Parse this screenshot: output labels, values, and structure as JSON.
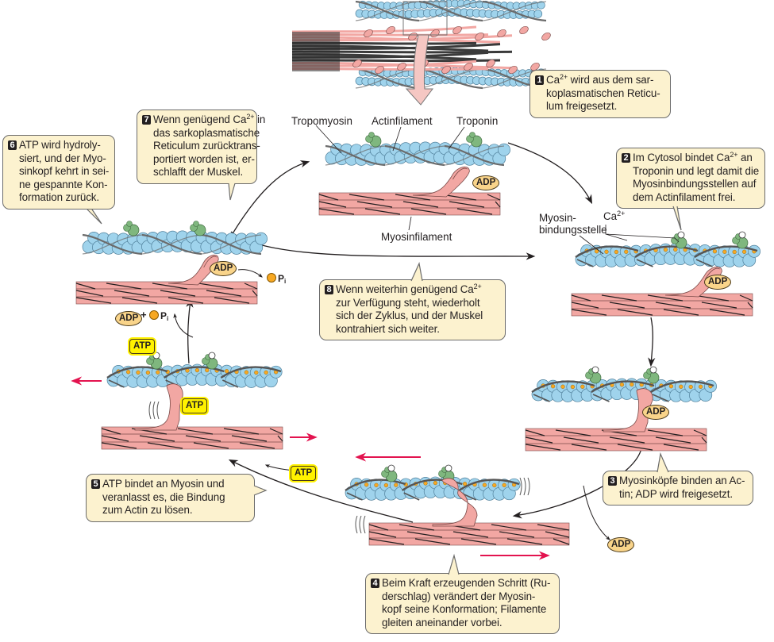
{
  "diagram": {
    "title_hidden": "Querbrückenzyklus der Muskelkontraktion",
    "labels": {
      "tropomyosin": "Tropomyosin",
      "actinfilament": "Actinfilament",
      "troponin": "Troponin",
      "myosinfilament": "Myosinfilament",
      "myosin_binding_line1": "Myosin-",
      "myosin_binding_line2": "bindungsstelle",
      "ca_base": "Ca",
      "ca_charge": "2+",
      "adp": "ADP",
      "atp": "ATP",
      "pi_base": "P",
      "pi_sub": "i",
      "plus": "+"
    },
    "steps": [
      {
        "number": "1",
        "lines": [
          "Ca²⁺ wird aus dem sar-",
          "koplasmatischen Reticu-",
          "lum freigesetzt."
        ]
      },
      {
        "number": "2",
        "lines": [
          "Im Cytosol bindet Ca²⁺ an",
          "Troponin und legt damit die",
          "Myosinbindungsstellen auf",
          "dem Actinfilament frei."
        ]
      },
      {
        "number": "3",
        "lines": [
          "Myosinköpfe binden an Ac-",
          "tin; ADP wird freigesetzt."
        ]
      },
      {
        "number": "4",
        "lines": [
          "Beim Kraft erzeugenden Schritt (Ru-",
          "derschlag) verändert der Myosin-",
          "kopf seine Konformation; Filamente",
          "gleiten aneinander vorbei."
        ]
      },
      {
        "number": "5",
        "lines": [
          "ATP bindet an Myosin und",
          "veranlasst es, die Bindung",
          "zum Actin zu lösen."
        ]
      },
      {
        "number": "6",
        "lines": [
          "ATP wird hydroly-",
          "siert, und der Myo-",
          "sinkopf kehrt in sei-",
          "ne gespannte Kon-",
          "formation zurück."
        ]
      },
      {
        "number": "7",
        "lines": [
          "Wenn genügend Ca²⁺ in",
          "das sarkoplasmatische",
          "Reticulum zurücktrans-",
          "portiert worden ist, er-",
          "schlafft der Muskel."
        ]
      },
      {
        "number": "8",
        "lines": [
          "Wenn weiterhin genügend Ca²⁺",
          "zur Verfügung steht, wiederholt",
          "sich der Zyklus, und der Muskel",
          "kontrahiert sich weiter."
        ]
      }
    ],
    "colors": {
      "callout_fill": "#fcf2cf",
      "actin_blue": "#9fd3ec",
      "myosin_pink": "#f2a7a3",
      "troponin_green": "#7fb77e",
      "adp_fill": "#f9d48a",
      "atp_fill": "#fff200",
      "pi_orange": "#f7a823",
      "motion_arrow": "#e3134f"
    }
  }
}
